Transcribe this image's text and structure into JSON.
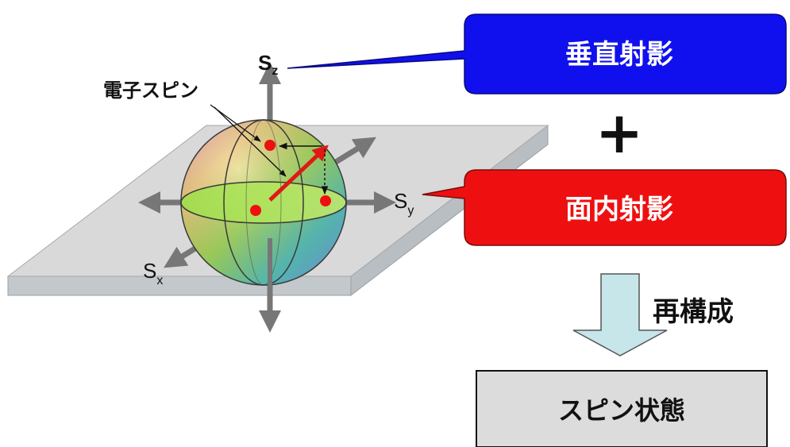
{
  "labels": {
    "electron_spin": "電子スピン",
    "axis_z_main": "S",
    "axis_z_sub": "z",
    "axis_y_main": "S",
    "axis_y_sub": "y",
    "axis_x_main": "S",
    "axis_x_sub": "x"
  },
  "callouts": {
    "vertical_projection": "垂直射影",
    "inplane_projection": "面内射影"
  },
  "plus_sign": "+",
  "reconstruct_label": "再構成",
  "result_box": "スピン状態",
  "colors": {
    "vertical_callout": "#1010ee",
    "inplane_callout": "#ee1010",
    "arrow_fill": "#c6e6ea",
    "result_box_fill": "#dcdcdc",
    "spin_vector": "#e01818",
    "axis": "#777777"
  }
}
